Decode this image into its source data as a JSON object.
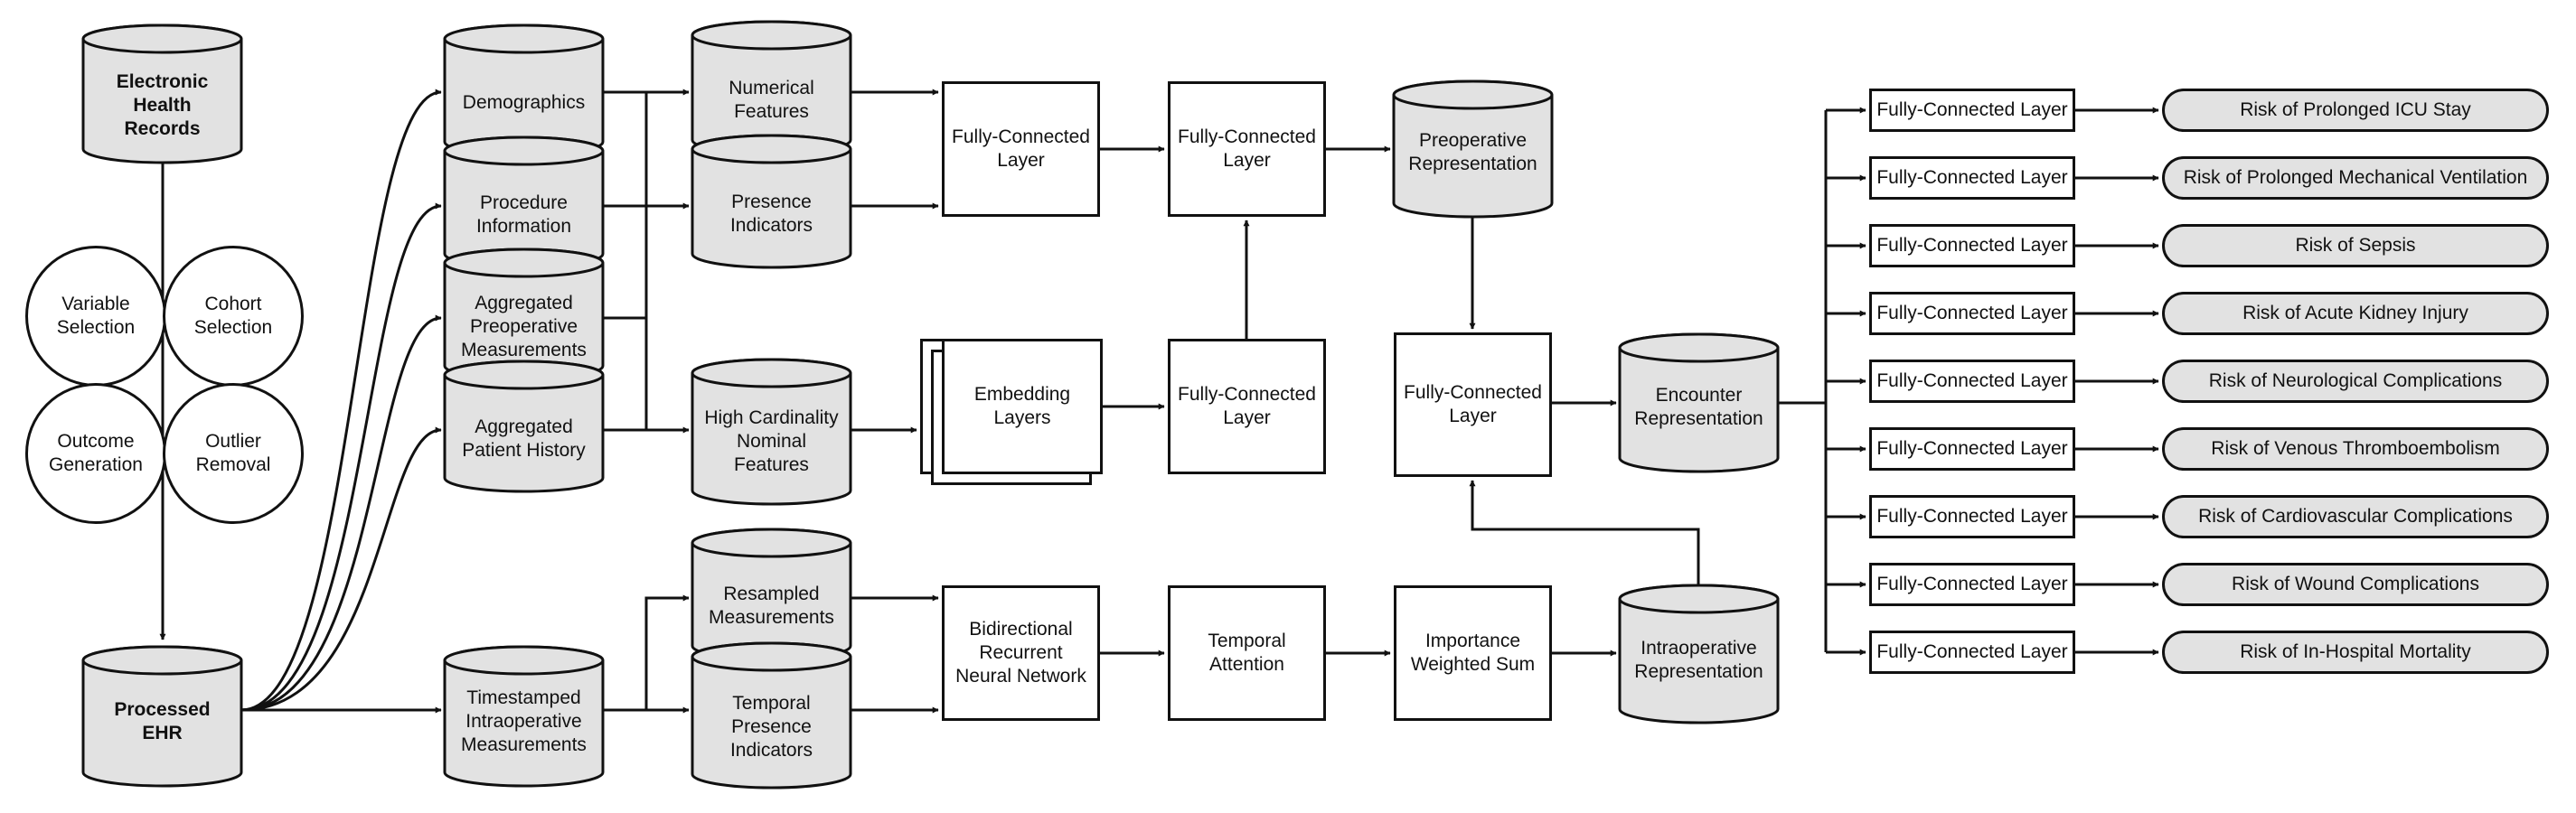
{
  "ehr": {
    "line1": "Electronic",
    "line2": "Health",
    "line3": "Records"
  },
  "processed_ehr": "Processed\nEHR",
  "steps": {
    "variable_selection": "Variable\nSelection",
    "cohort_selection": "Cohort\nSelection",
    "outcome_generation": "Outcome\nGeneration",
    "outlier_removal": "Outlier\nRemoval"
  },
  "sources": {
    "demographics": "Demographics",
    "procedure_information": "Procedure\nInformation",
    "aggregated_preop": "Aggregated\nPreoperative\nMeasurements",
    "aggregated_history": "Aggregated\nPatient History",
    "timestamped_intraop": "Timestamped\nIntraoperative\nMeasurements"
  },
  "features": {
    "numerical": "Numerical\nFeatures",
    "presence": "Presence\nIndicators",
    "high_cardinality": "High Cardinality\nNominal\nFeatures",
    "resampled": "Resampled\nMeasurements",
    "temporal_presence": "Temporal\nPresence\nIndicators"
  },
  "layers": {
    "fc_label": "Fully-Connected\nLayer",
    "embedding": "Embedding\nLayers",
    "birnn": "Bidirectional\nRecurrent\nNeural Network",
    "temporal_attention": "Temporal\nAttention",
    "weighted_sum": "Importance\nWeighted Sum"
  },
  "representations": {
    "preoperative": "Preoperative\nRepresentation",
    "intraoperative": "Intraoperative\nRepresentation",
    "encounter": "Encounter\nRepresentation"
  },
  "heads": {
    "fc_label": "Fully-Connected Layer",
    "risks": [
      "Risk of Prolonged ICU Stay",
      "Risk of Prolonged Mechanical Ventilation",
      "Risk of Sepsis",
      "Risk of Acute Kidney Injury",
      "Risk of Neurological Complications",
      "Risk of Venous Thromboembolism",
      "Risk of Cardiovascular Complications",
      "Risk of Wound Complications",
      "Risk of In-Hospital Mortality"
    ]
  },
  "colors": {
    "stroke": "#111111",
    "fill_gray": "#e2e2e2",
    "fill_white": "#ffffff"
  }
}
